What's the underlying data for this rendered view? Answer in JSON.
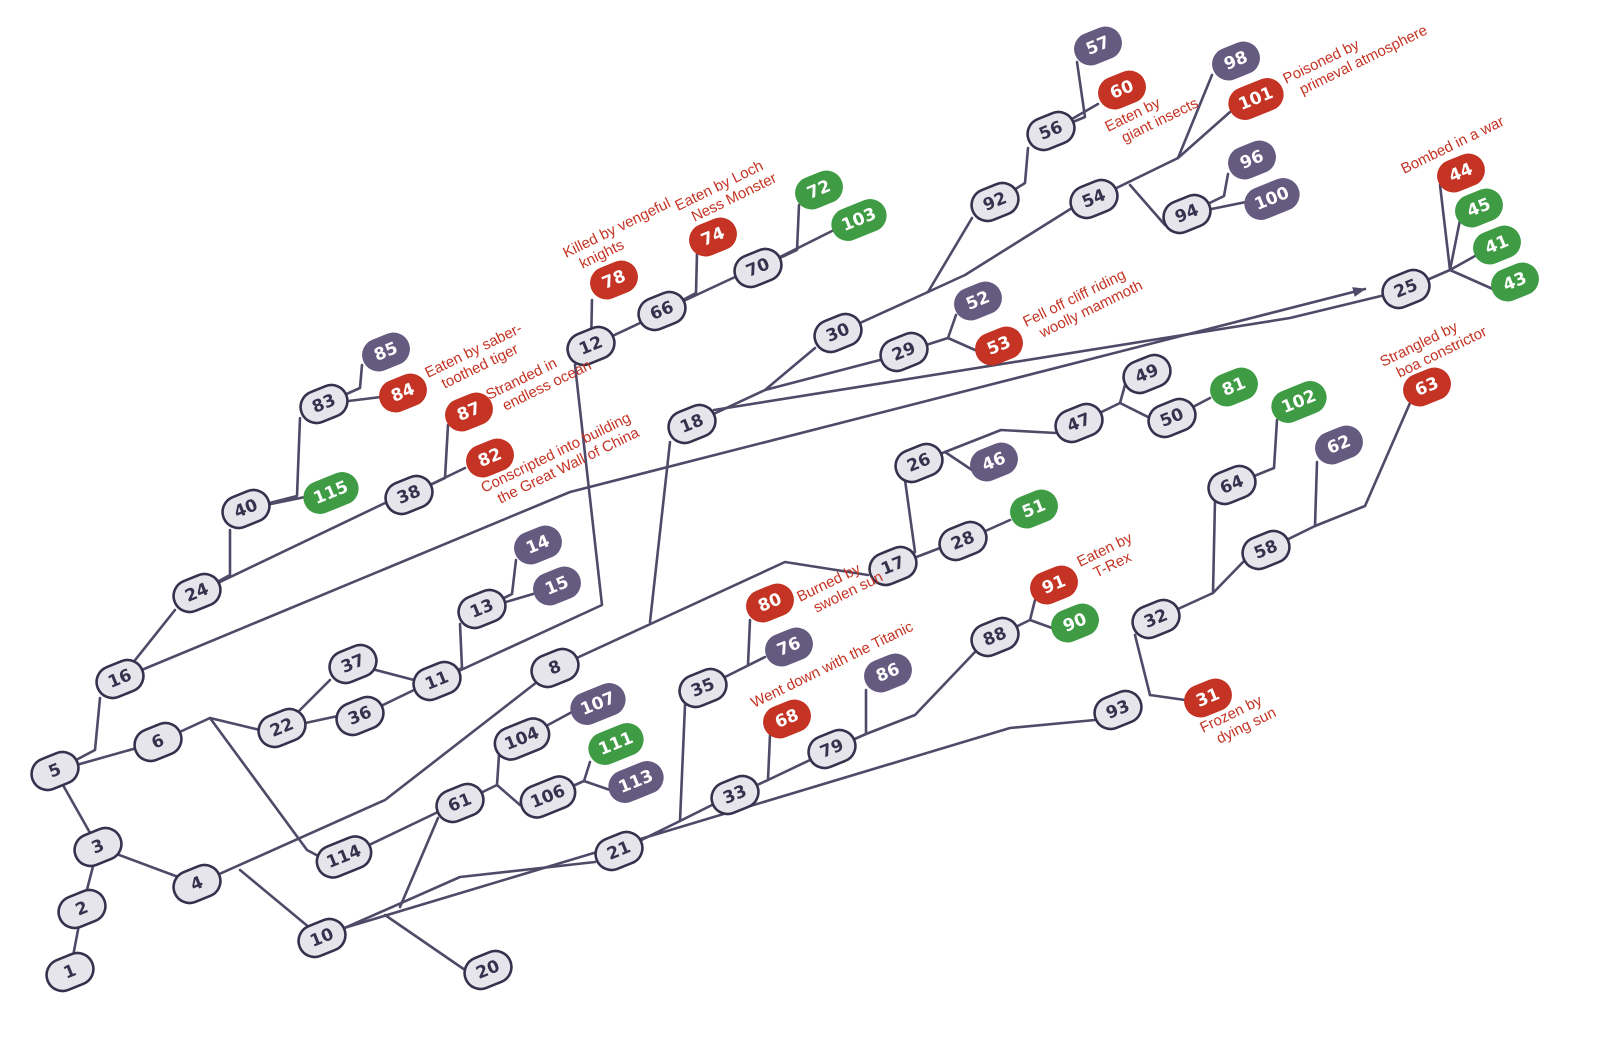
{
  "colors": {
    "normal_fill": "#e6e5ec",
    "normal_stroke": "#36314d",
    "normal_text": "#36314d",
    "purple": "#655a80",
    "red": "#c43323",
    "green": "#3f9c45",
    "line": "#4f4a68",
    "annotation": "#c43323"
  },
  "nodes": [
    {
      "id": "1",
      "type": "normal"
    },
    {
      "id": "2",
      "type": "normal"
    },
    {
      "id": "3",
      "type": "normal"
    },
    {
      "id": "4",
      "type": "normal"
    },
    {
      "id": "5",
      "type": "normal"
    },
    {
      "id": "6",
      "type": "normal"
    },
    {
      "id": "8",
      "type": "normal"
    },
    {
      "id": "10",
      "type": "normal"
    },
    {
      "id": "11",
      "type": "normal"
    },
    {
      "id": "12",
      "type": "normal"
    },
    {
      "id": "13",
      "type": "normal"
    },
    {
      "id": "14",
      "type": "purple"
    },
    {
      "id": "15",
      "type": "purple"
    },
    {
      "id": "16",
      "type": "normal"
    },
    {
      "id": "17",
      "type": "normal"
    },
    {
      "id": "18",
      "type": "normal"
    },
    {
      "id": "20",
      "type": "normal"
    },
    {
      "id": "21",
      "type": "normal"
    },
    {
      "id": "22",
      "type": "normal"
    },
    {
      "id": "24",
      "type": "normal"
    },
    {
      "id": "25",
      "type": "normal"
    },
    {
      "id": "26",
      "type": "normal"
    },
    {
      "id": "28",
      "type": "normal"
    },
    {
      "id": "29",
      "type": "normal"
    },
    {
      "id": "30",
      "type": "normal"
    },
    {
      "id": "31",
      "type": "red"
    },
    {
      "id": "32",
      "type": "normal"
    },
    {
      "id": "33",
      "type": "normal"
    },
    {
      "id": "35",
      "type": "normal"
    },
    {
      "id": "36",
      "type": "normal"
    },
    {
      "id": "37",
      "type": "normal"
    },
    {
      "id": "38",
      "type": "normal"
    },
    {
      "id": "40",
      "type": "normal"
    },
    {
      "id": "41",
      "type": "green"
    },
    {
      "id": "43",
      "type": "green"
    },
    {
      "id": "44",
      "type": "red"
    },
    {
      "id": "45",
      "type": "green"
    },
    {
      "id": "46",
      "type": "purple"
    },
    {
      "id": "47",
      "type": "normal"
    },
    {
      "id": "49",
      "type": "normal"
    },
    {
      "id": "50",
      "type": "normal"
    },
    {
      "id": "51",
      "type": "green"
    },
    {
      "id": "52",
      "type": "purple"
    },
    {
      "id": "53",
      "type": "red"
    },
    {
      "id": "54",
      "type": "normal"
    },
    {
      "id": "56",
      "type": "normal"
    },
    {
      "id": "57",
      "type": "purple"
    },
    {
      "id": "58",
      "type": "normal"
    },
    {
      "id": "60",
      "type": "red"
    },
    {
      "id": "61",
      "type": "normal"
    },
    {
      "id": "62",
      "type": "purple"
    },
    {
      "id": "63",
      "type": "red"
    },
    {
      "id": "64",
      "type": "normal"
    },
    {
      "id": "66",
      "type": "normal"
    },
    {
      "id": "68",
      "type": "red"
    },
    {
      "id": "70",
      "type": "normal"
    },
    {
      "id": "72",
      "type": "green"
    },
    {
      "id": "74",
      "type": "red"
    },
    {
      "id": "76",
      "type": "purple"
    },
    {
      "id": "78",
      "type": "red"
    },
    {
      "id": "79",
      "type": "normal"
    },
    {
      "id": "80",
      "type": "red"
    },
    {
      "id": "81",
      "type": "green"
    },
    {
      "id": "82",
      "type": "red"
    },
    {
      "id": "83",
      "type": "normal"
    },
    {
      "id": "84",
      "type": "red"
    },
    {
      "id": "85",
      "type": "purple"
    },
    {
      "id": "86",
      "type": "purple"
    },
    {
      "id": "87",
      "type": "red"
    },
    {
      "id": "88",
      "type": "normal"
    },
    {
      "id": "90",
      "type": "green"
    },
    {
      "id": "91",
      "type": "red"
    },
    {
      "id": "92",
      "type": "normal"
    },
    {
      "id": "93",
      "type": "normal"
    },
    {
      "id": "94",
      "type": "normal"
    },
    {
      "id": "96",
      "type": "purple"
    },
    {
      "id": "98",
      "type": "purple"
    },
    {
      "id": "100",
      "type": "purple"
    },
    {
      "id": "101",
      "type": "red"
    },
    {
      "id": "102",
      "type": "green"
    },
    {
      "id": "103",
      "type": "green"
    },
    {
      "id": "104",
      "type": "normal"
    },
    {
      "id": "106",
      "type": "normal"
    },
    {
      "id": "107",
      "type": "purple"
    },
    {
      "id": "111",
      "type": "green"
    },
    {
      "id": "113",
      "type": "purple"
    },
    {
      "id": "114",
      "type": "normal"
    },
    {
      "id": "115",
      "type": "green"
    }
  ],
  "links": [
    [
      "1",
      "2"
    ],
    [
      "2",
      "3"
    ],
    [
      "3",
      "5"
    ],
    [
      "3",
      "4"
    ],
    [
      "5",
      "16"
    ],
    [
      "5",
      "6"
    ],
    [
      "4",
      "8"
    ],
    [
      "4",
      "10"
    ],
    [
      "16",
      "24"
    ],
    [
      "16",
      "25"
    ],
    [
      "24",
      "40"
    ],
    [
      "24",
      "38"
    ],
    [
      "40",
      "83"
    ],
    [
      "40",
      "115"
    ],
    [
      "83",
      "85"
    ],
    [
      "83",
      "84"
    ],
    [
      "38",
      "87"
    ],
    [
      "38",
      "82"
    ],
    [
      "6",
      "22"
    ],
    [
      "6",
      "114"
    ],
    [
      "22",
      "37"
    ],
    [
      "22",
      "36"
    ],
    [
      "37",
      "11"
    ],
    [
      "36",
      "11"
    ],
    [
      "11",
      "13"
    ],
    [
      "11",
      "12"
    ],
    [
      "13",
      "14"
    ],
    [
      "13",
      "15"
    ],
    [
      "12",
      "78"
    ],
    [
      "12",
      "66"
    ],
    [
      "66",
      "74"
    ],
    [
      "66",
      "70"
    ],
    [
      "70",
      "72"
    ],
    [
      "70",
      "103"
    ],
    [
      "8",
      "18"
    ],
    [
      "8",
      "17"
    ],
    [
      "18",
      "30"
    ],
    [
      "18",
      "29"
    ],
    [
      "18",
      "25"
    ],
    [
      "30",
      "92"
    ],
    [
      "30",
      "54"
    ],
    [
      "92",
      "56"
    ],
    [
      "56",
      "57"
    ],
    [
      "56",
      "60"
    ],
    [
      "54",
      "98"
    ],
    [
      "54",
      "101"
    ],
    [
      "54",
      "94"
    ],
    [
      "94",
      "96"
    ],
    [
      "94",
      "100"
    ],
    [
      "29",
      "52"
    ],
    [
      "29",
      "53"
    ],
    [
      "25",
      "44"
    ],
    [
      "25",
      "45"
    ],
    [
      "25",
      "41"
    ],
    [
      "25",
      "43"
    ],
    [
      "17",
      "26"
    ],
    [
      "17",
      "28"
    ],
    [
      "26",
      "46"
    ],
    [
      "26",
      "47"
    ],
    [
      "47",
      "49"
    ],
    [
      "47",
      "50"
    ],
    [
      "50",
      "81"
    ],
    [
      "28",
      "51"
    ],
    [
      "114",
      "61"
    ],
    [
      "61",
      "104"
    ],
    [
      "61",
      "106"
    ],
    [
      "104",
      "107"
    ],
    [
      "106",
      "111"
    ],
    [
      "106",
      "113"
    ],
    [
      "10",
      "61"
    ],
    [
      "10",
      "21"
    ],
    [
      "10",
      "20"
    ],
    [
      "10",
      "93"
    ],
    [
      "21",
      "35"
    ],
    [
      "21",
      "33"
    ],
    [
      "35",
      "80"
    ],
    [
      "35",
      "76"
    ],
    [
      "33",
      "68"
    ],
    [
      "33",
      "79"
    ],
    [
      "79",
      "86"
    ],
    [
      "79",
      "88"
    ],
    [
      "88",
      "91"
    ],
    [
      "88",
      "90"
    ],
    [
      "93",
      "32"
    ],
    [
      "93",
      "31"
    ],
    [
      "32",
      "64"
    ],
    [
      "32",
      "58"
    ],
    [
      "64",
      "102"
    ],
    [
      "58",
      "62"
    ],
    [
      "58",
      "63"
    ]
  ],
  "annotations": [
    {
      "node": "84",
      "lines": [
        "Eaten by saber-",
        "toothed tiger"
      ]
    },
    {
      "node": "87",
      "lines": [
        "Stranded in",
        "endless ocean"
      ]
    },
    {
      "node": "82",
      "lines": [
        "Conscripted into building",
        "the Great Wall of China"
      ]
    },
    {
      "node": "78",
      "lines": [
        "Killed by vengeful",
        "knights"
      ]
    },
    {
      "node": "74",
      "lines": [
        "Eaten by Loch",
        "Ness Monster"
      ]
    },
    {
      "node": "60",
      "lines": [
        "Eaten by",
        "giant insects"
      ]
    },
    {
      "node": "101",
      "lines": [
        "Poisoned by",
        "primeval atmosphere"
      ]
    },
    {
      "node": "44",
      "lines": [
        "Bombed in a war"
      ]
    },
    {
      "node": "53",
      "lines": [
        "Fell off cliff riding",
        "woolly mammoth"
      ]
    },
    {
      "node": "63",
      "lines": [
        "Strangled by",
        "boa constrictor"
      ]
    },
    {
      "node": "80",
      "lines": [
        "Burned by",
        "swolen sun"
      ]
    },
    {
      "node": "68",
      "lines": [
        "Went down with the Titanic"
      ]
    },
    {
      "node": "91",
      "lines": [
        "Eaten by",
        "T-Rex"
      ]
    },
    {
      "node": "31",
      "lines": [
        "Frozen by",
        "dying sun"
      ]
    }
  ]
}
